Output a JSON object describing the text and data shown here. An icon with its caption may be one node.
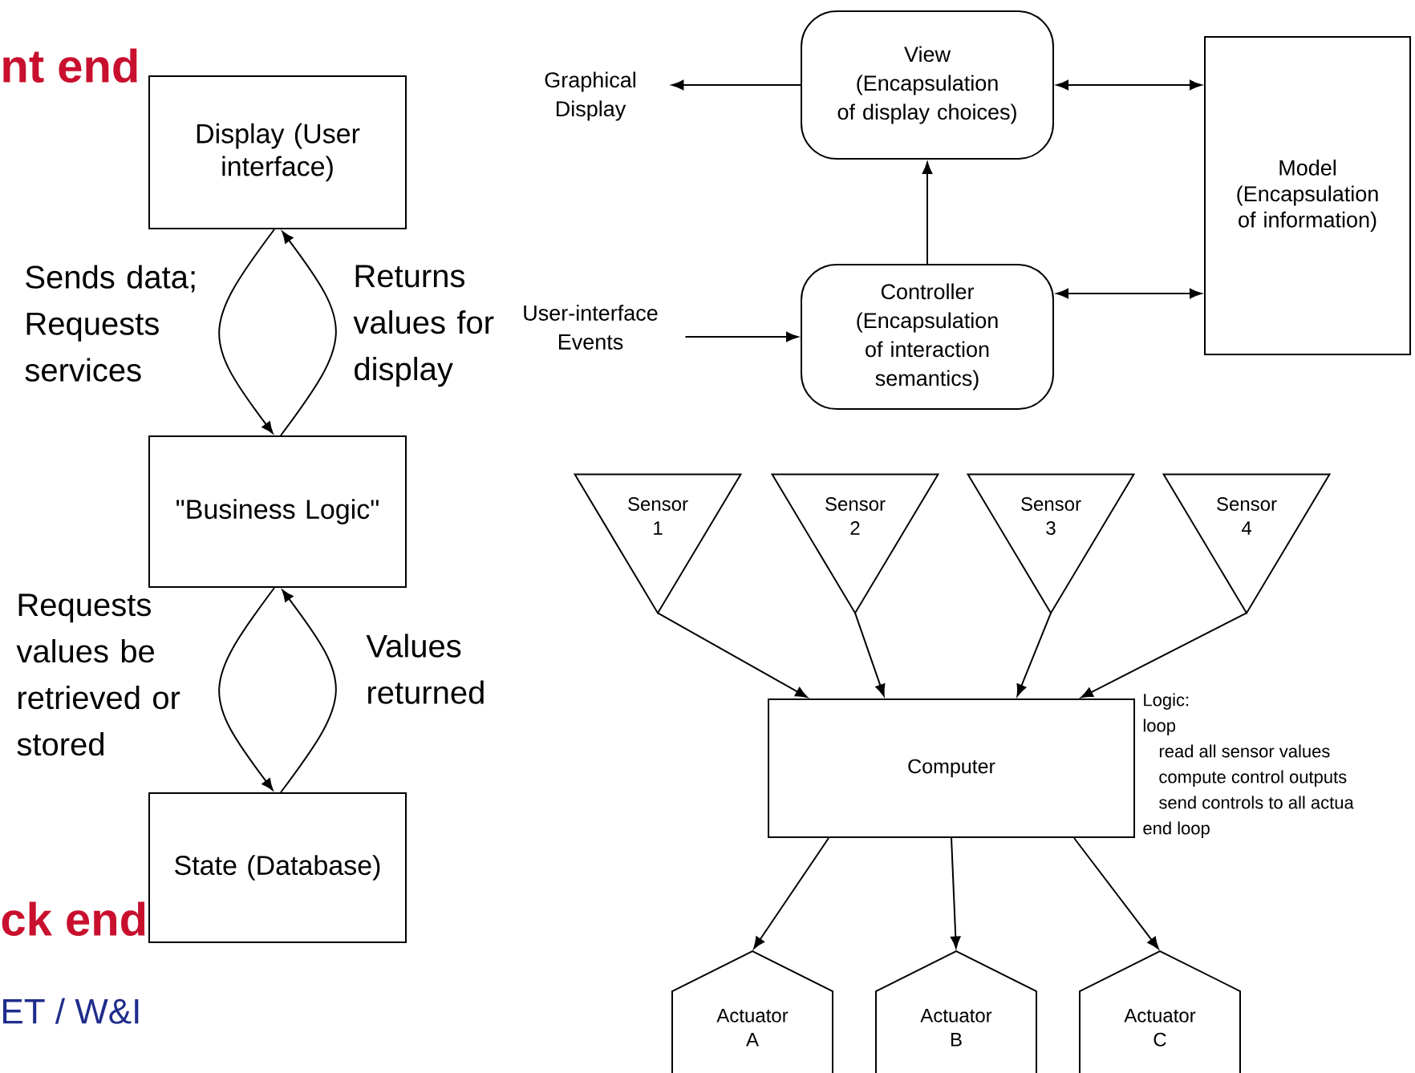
{
  "diagram": {
    "nodes": [
      {
        "text": [
          "Display (User interface)"
        ]
      },
      {
        "text": [
          "\"Business Logic\""
        ]
      },
      {
        "text": [
          "State (Database)"
        ]
      },
      {
        "text": [
          "View (Encapsulation of display choices)"
        ]
      },
      {
        "text": [
          "Graphical Display"
        ]
      },
      {
        "text": [
          "Model (Encapsulation of information)"
        ]
      },
      {
        "text": [
          "Controller (Encapsulation of interaction semantics)"
        ]
      },
      {
        "text": [
          "User-interface Events"
        ]
      },
      {
        "text": [
          "Sensor 1"
        ]
      },
      {
        "text": [
          "Sensor 2"
        ]
      },
      {
        "text": [
          "Sensor 3"
        ]
      },
      {
        "text": [
          "Sensor 4"
        ]
      },
      {
        "text": [
          "Computer"
        ]
      },
      {
        "text": [
          "Actuator A"
        ]
      },
      {
        "text": [
          "Actuator B"
        ]
      },
      {
        "text": [
          "Actuator C"
        ]
      }
    ],
    "edges": [
      {
        "from": 0,
        "to": 1,
        "arrow": "to",
        "label": "Sends data; Requests services"
      },
      {
        "from": 1,
        "to": 0,
        "arrow": "to",
        "label": "Returns values for display"
      },
      {
        "from": 1,
        "to": 2,
        "arrow": "to",
        "label": "Requests values be retrieved or stored"
      },
      {
        "from": 2,
        "to": 1,
        "arrow": "to",
        "label": "Values returned"
      },
      {
        "from": 3,
        "to": 4,
        "arrow": "to"
      },
      {
        "from": 3,
        "to": 5,
        "arrow": "both"
      },
      {
        "from": 6,
        "to": 3,
        "arrow": "to"
      },
      {
        "from": 6,
        "to": 5,
        "arrow": "both"
      },
      {
        "from": 7,
        "to": 6,
        "arrow": "to"
      },
      {
        "from": 8,
        "to": 12,
        "arrow": "to"
      },
      {
        "from": 9,
        "to": 12,
        "arrow": "to"
      },
      {
        "from": 10,
        "to": 12,
        "arrow": "to"
      },
      {
        "from": 11,
        "to": 12,
        "arrow": "to"
      },
      {
        "from": 12,
        "to": 13,
        "arrow": "to"
      },
      {
        "from": 12,
        "to": 14,
        "arrow": "to"
      },
      {
        "from": 12,
        "to": 15,
        "arrow": "to"
      }
    ],
    "labels": [
      "nt end",
      "ck end",
      "ET / W&I",
      "Logic:",
      "loop",
      "read all sensor values",
      "compute control outputs",
      "send controls to all actua",
      "end loop"
    ]
  }
}
